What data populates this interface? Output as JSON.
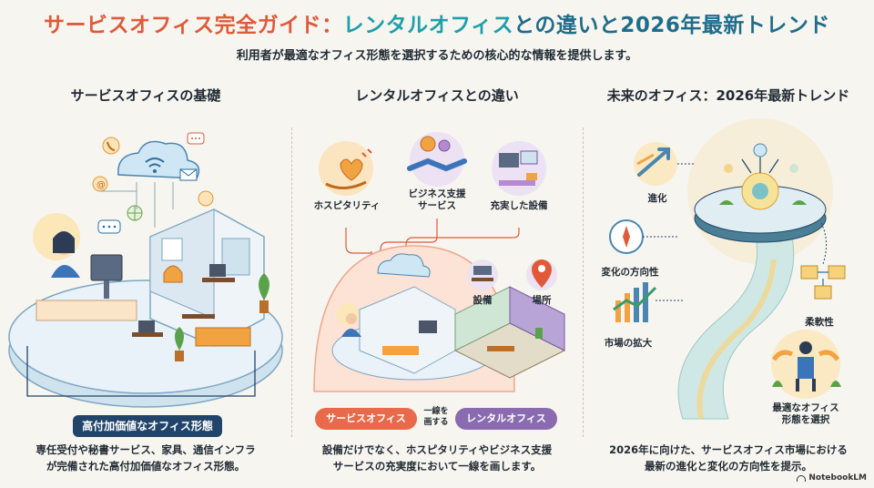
{
  "header": {
    "title_part1": "サービスオフィス完全ガイド：",
    "title_part2": "レンタルオフィス",
    "title_part3": "との違いと2026年最新トレンド",
    "subtitle": "利用者が最適なオフィス形態を選択するための核心的な情報を提供します。"
  },
  "columns": {
    "basics": {
      "title": "サービスオフィスの基礎",
      "badge": "高付加価値なオフィス形態",
      "description_line1": "専任受付や秘書サービス、家具、通信インフラ",
      "description_line2": "が完備された高付加価値なオフィス形態。"
    },
    "difference": {
      "title": "レンタルオフィスとの違い",
      "icons": {
        "hospitality": "ホスピタリティ",
        "business_support_line1": "ビジネス支援",
        "business_support_line2": "サービス",
        "facilities": "充実した設備",
        "equipment": "設備",
        "location": "場所"
      },
      "pill_service": "サービスオフィス",
      "connector_line1": "一線を",
      "connector_line2": "画する",
      "pill_rental": "レンタルオフィス",
      "description_line1": "設備だけでなく、ホスピタリティやビジネス支援",
      "description_line2": "サービスの充実度において一線を画します。"
    },
    "trends": {
      "title": "未来のオフィス：2026年最新トレンド",
      "labels": {
        "evolution": "進化",
        "direction": "変化の方向性",
        "market": "市場の拡大",
        "flexibility": "柔軟性",
        "choice_line1": "最適なオフィス",
        "choice_line2": "形態を選択"
      },
      "description_line1": "2026年に向けた、サービスオフィス市場における",
      "description_line2": "最新の進化と変化の方向性を提示。"
    }
  },
  "brand": "NotebookLM",
  "colors": {
    "accent_orange": "#e05a3a",
    "accent_teal": "#1f9fa8",
    "navy": "#21456a",
    "purple": "#8a6bb0"
  }
}
